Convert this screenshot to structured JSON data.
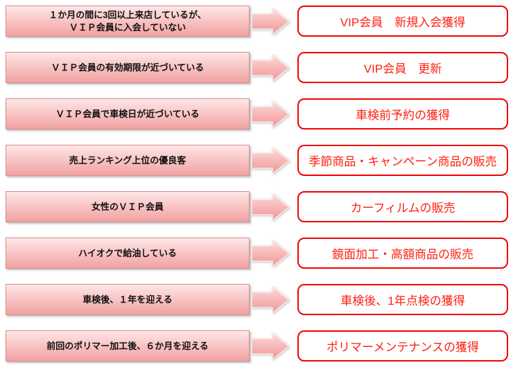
{
  "diagram_title": "",
  "rows": [
    {
      "condition": "１か月の間に3回以上来店しているが、\nＶＩＰ会員に入会していない",
      "action": "VIP会員　新規入会獲得"
    },
    {
      "condition": "ＶＩＰ会員の有効期限が近づいている",
      "action": "VIP会員　更新"
    },
    {
      "condition": "ＶＩＰ会員で車検日が近づいている",
      "action": "車検前予約の獲得"
    },
    {
      "condition": "売上ランキング上位の優良客",
      "action": "季節商品・キャンペーン商品の販売"
    },
    {
      "condition": "女性のＶＩＰ会員",
      "action": "カーフィルムの販売"
    },
    {
      "condition": "ハイオクで給油している",
      "action": "鏡面加工・高額商品の販売"
    },
    {
      "condition": "車検後、１年を迎える",
      "action": "車検後、1年点検の獲得"
    },
    {
      "condition": "前回のポリマー加工後、６か月を迎える",
      "action": "ポリマーメンテナンスの獲得"
    }
  ],
  "colors": {
    "background": "#ffffff",
    "condition_box_top": "#fde7e7",
    "condition_box_mid": "#f8c0c0",
    "condition_box_bottom": "#f1a2a2",
    "condition_box_border": "#d98c8c",
    "condition_text": "#111111",
    "arrow_top": "#fcdada",
    "arrow_mid": "#f6b4b4",
    "arrow_bottom": "#ee9696",
    "arrow_outline": "#fbe9e9",
    "action_box_border": "#ee0000",
    "action_box_fill": "#ffffff",
    "action_text": "#ff2012"
  }
}
